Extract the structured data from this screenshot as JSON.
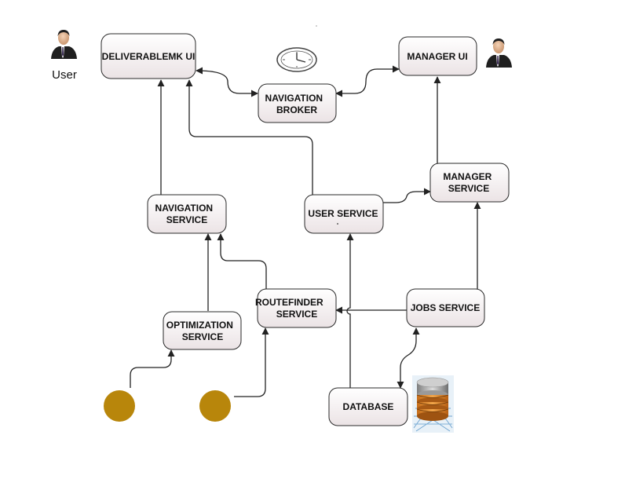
{
  "nodes": {
    "deliverablemk_ui": {
      "lines": [
        "DELIVERABLEMK UI"
      ]
    },
    "navigation_broker": {
      "lines": [
        "NAVIGATION",
        "BROKER"
      ]
    },
    "manager_ui": {
      "lines": [
        "MANAGER UI"
      ]
    },
    "manager_service": {
      "lines": [
        "MANAGER",
        "SERVICE"
      ]
    },
    "navigation_service": {
      "lines": [
        "NAVIGATION",
        "SERVICE"
      ]
    },
    "user_service": {
      "lines": [
        "USER SERVICE"
      ]
    },
    "routefinder_service": {
      "lines": [
        "ROUTEFINDER",
        "SERVICE"
      ]
    },
    "jobs_service": {
      "lines": [
        "JOBS SERVICE"
      ]
    },
    "optimization_service": {
      "lines": [
        "OPTIMIZATION",
        "SERVICE"
      ]
    },
    "database": {
      "lines": [
        "DATABASE"
      ]
    }
  },
  "actors": {
    "user_label": "User"
  },
  "colors": {
    "node_fill_top": "#ffffff",
    "node_fill_bottom": "#ece4e6",
    "source_circle": "#b8860b",
    "edge": "#222222"
  },
  "icons": [
    "user-person-icon",
    "manager-person-icon",
    "clock-icon",
    "database-icon",
    "source-circle"
  ]
}
